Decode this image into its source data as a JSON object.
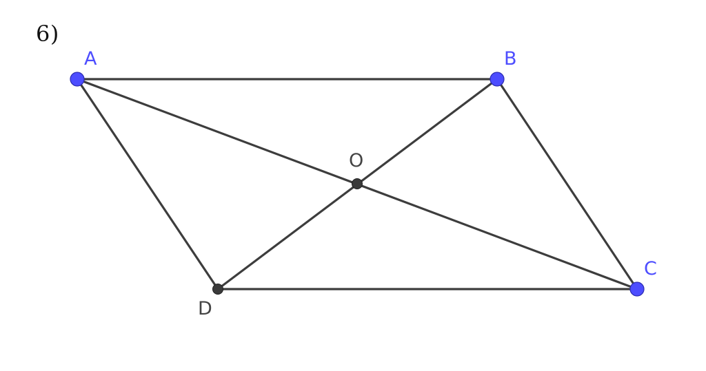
{
  "problem": {
    "number_label": "6)"
  },
  "diagram": {
    "segments": [
      {
        "name": "segment-ab",
        "from": "A",
        "to": "B"
      },
      {
        "name": "segment-bc",
        "from": "B",
        "to": "C"
      },
      {
        "name": "segment-cd",
        "from": "C",
        "to": "D"
      },
      {
        "name": "segment-da",
        "from": "D",
        "to": "A"
      },
      {
        "name": "diagonal-ac",
        "from": "A",
        "to": "C"
      },
      {
        "name": "diagonal-bd",
        "from": "B",
        "to": "D"
      }
    ],
    "points": {
      "A": {
        "label": "A"
      },
      "B": {
        "label": "B"
      },
      "C": {
        "label": "C"
      },
      "D": {
        "label": "D"
      },
      "O": {
        "label": "O"
      }
    },
    "colors": {
      "free_point": "#4d4dff",
      "dependent_point": "#3a3a3a",
      "line": "#3d3d3d",
      "free_label": "#4d4dff",
      "dependent_label": "#444444"
    }
  }
}
